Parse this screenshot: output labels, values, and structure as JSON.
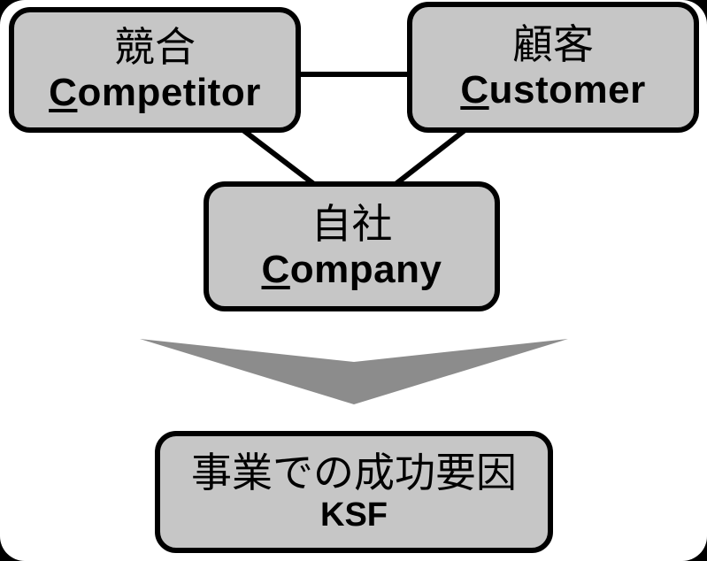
{
  "diagram": {
    "title_semantic": "3C analysis leading to KSF",
    "boxes": {
      "competitor": {
        "jp": "競合",
        "en_first": "C",
        "en_rest": "ompetitor"
      },
      "customer": {
        "jp": "顧客",
        "en_first": "C",
        "en_rest": "ustomer"
      },
      "company": {
        "jp": "自社",
        "en_first": "C",
        "en_rest": "ompany"
      },
      "ksf": {
        "jp": "事業での成功要因",
        "en": "KSF"
      }
    },
    "colors": {
      "box_fill": "#c6c6c6",
      "box_border": "#000000",
      "arrow_fill": "#8c8c8c",
      "line_color": "#000000",
      "background": "#ffffff"
    }
  }
}
